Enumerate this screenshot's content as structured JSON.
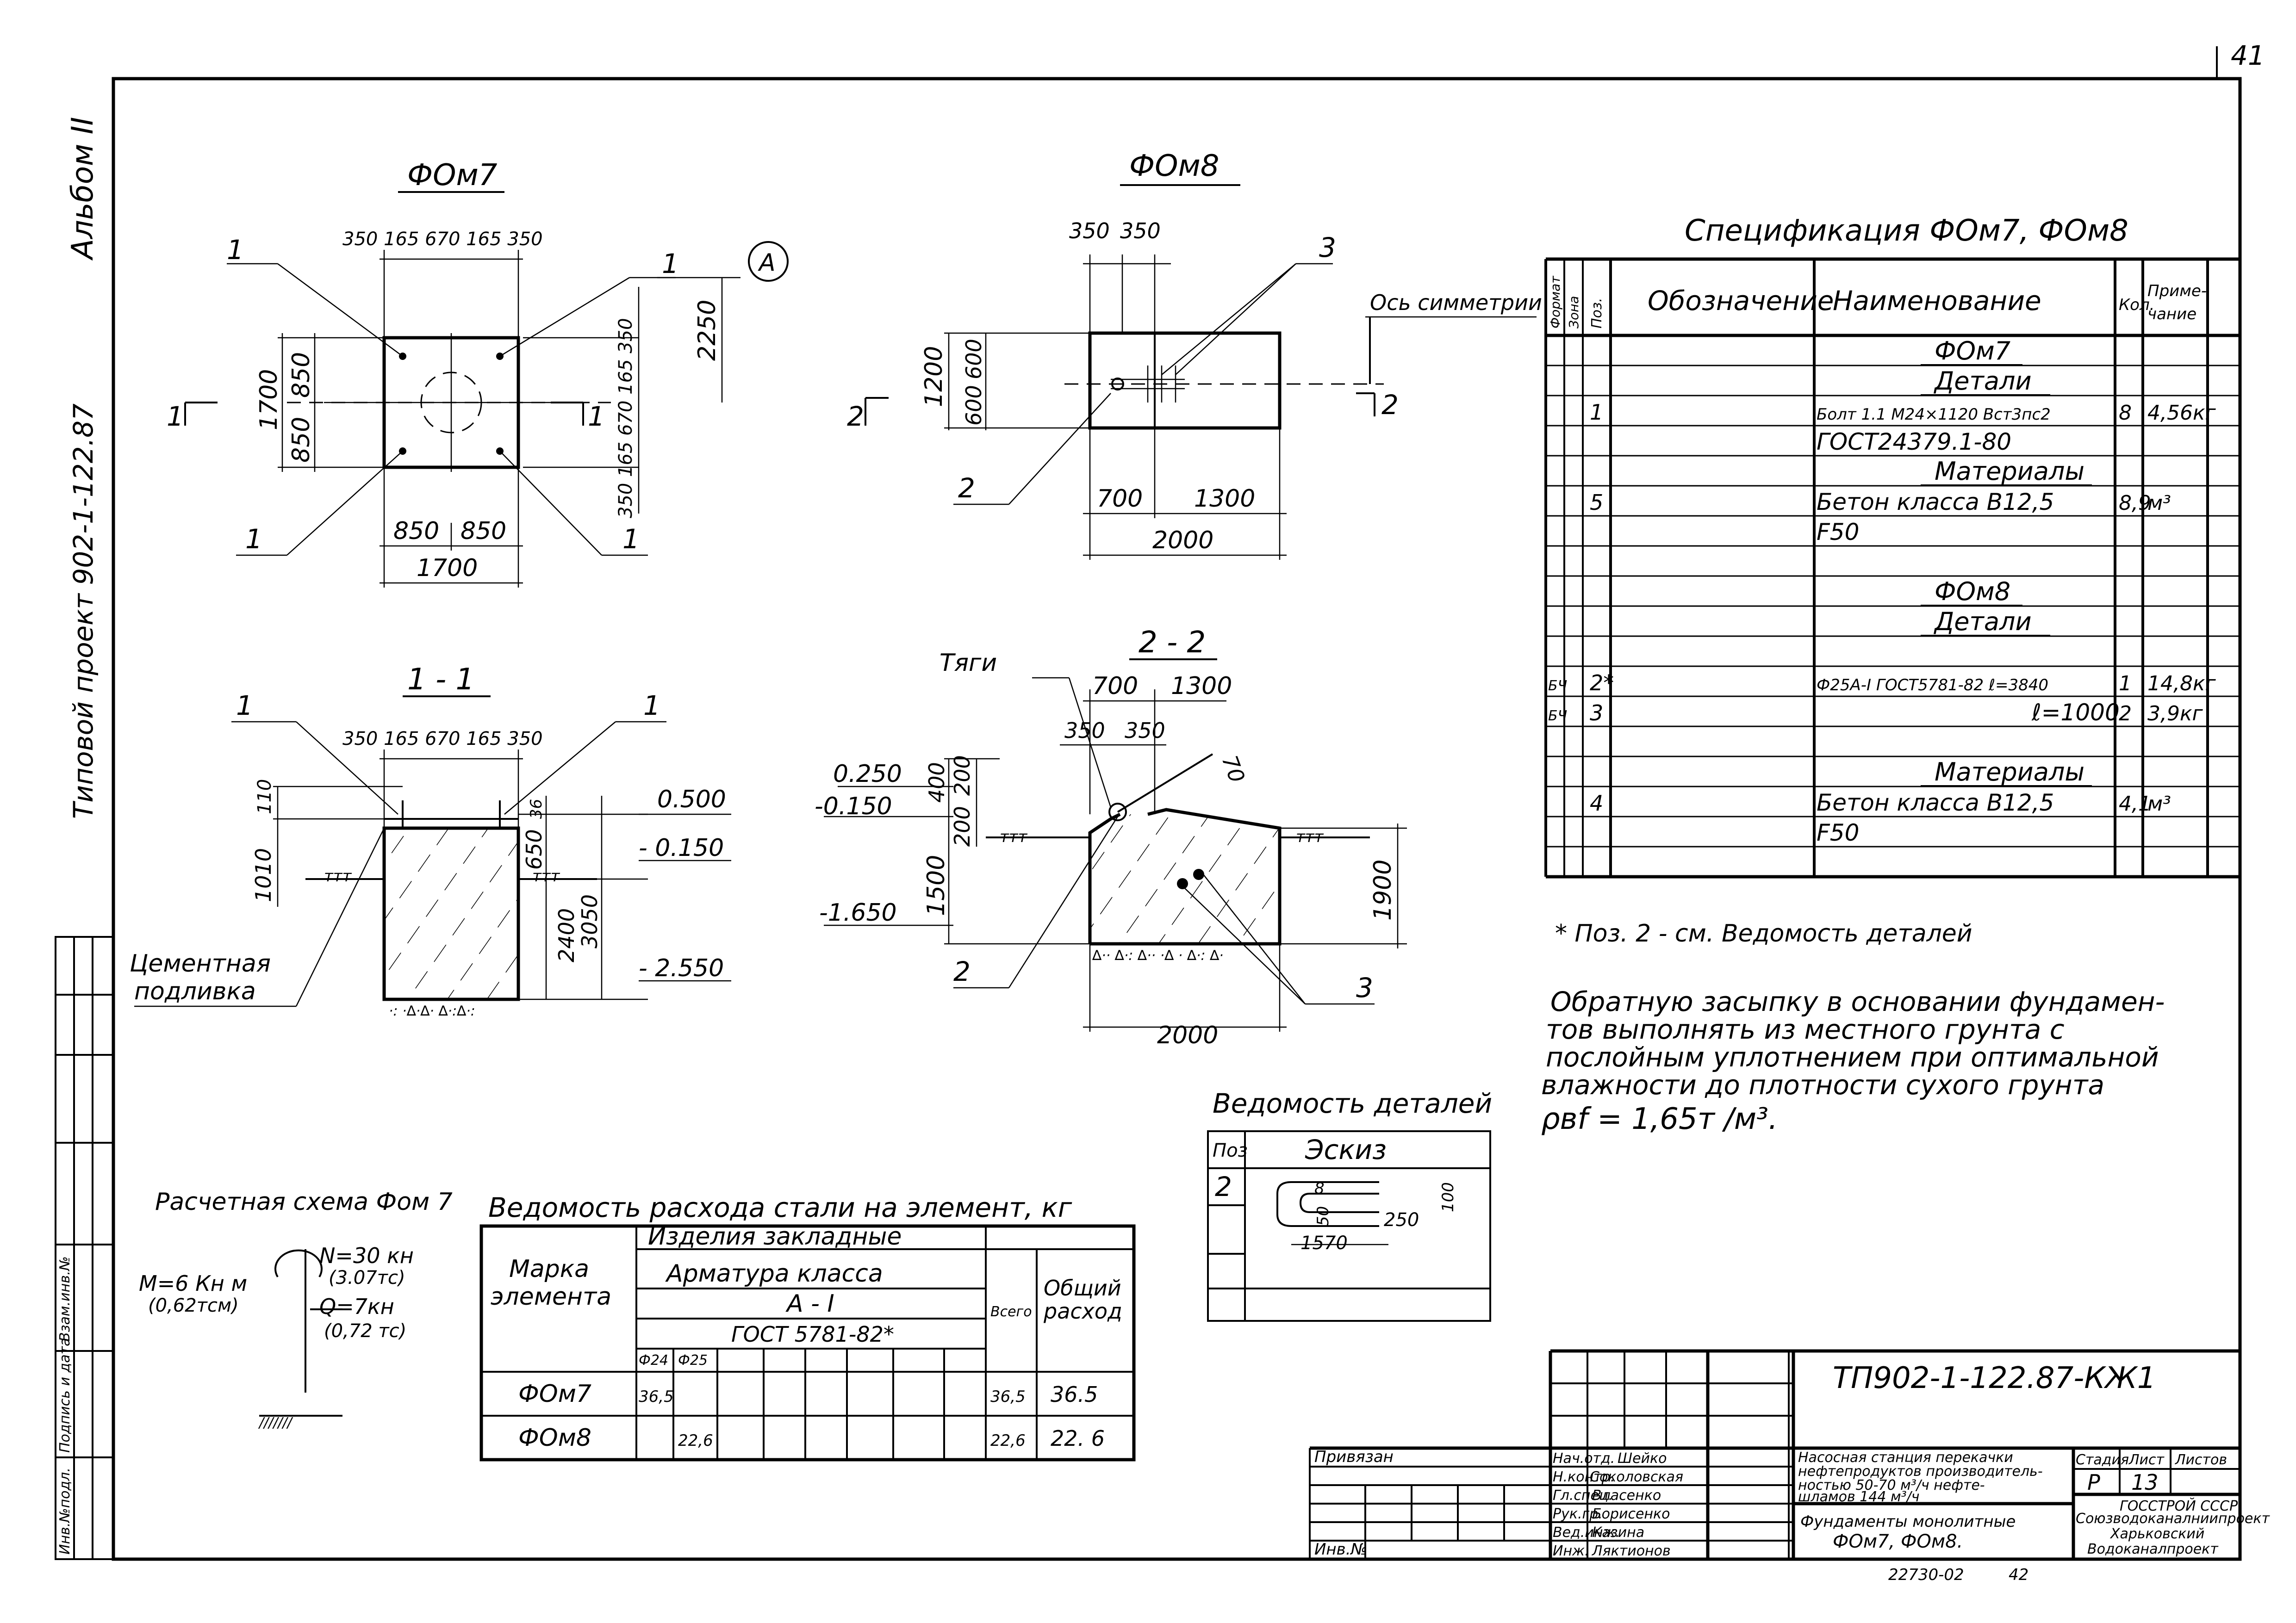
{
  "page_number": "41",
  "side": {
    "album": "Альбом II",
    "project": "Типовой проект 902-1-122.87"
  },
  "left_stamp": {
    "cells": [
      "Инв.№подл.",
      "Подпись и дата",
      "Взам.инв.№"
    ]
  },
  "plan_fom7": {
    "title": "ФОм7",
    "dims_top": "350 165 670 165 350",
    "dim_left_outer": "1700",
    "dim_left_a": "850",
    "dim_left_b": "850",
    "dims_right": "350 165 670 165 350",
    "dim_2250": "2250",
    "dim_bottom_a": "850",
    "dim_bottom_b": "850",
    "dim_bottom_total": "1700",
    "axis_mark": "А",
    "callout": "1",
    "section_mark": "1"
  },
  "plan_fom8": {
    "title": "ФОм8",
    "dim_top_a": "350",
    "dim_top_b": "350",
    "dim_left_outer": "1200",
    "dim_left_a": "600",
    "dim_left_b": "600",
    "dim_bottom_a": "700",
    "dim_bottom_b": "1300",
    "dim_bottom_total": "2000",
    "symmetry": "Ось симметрии",
    "callout_2": "2",
    "callout_3": "3",
    "section_mark": "2"
  },
  "section_1_1": {
    "title": "1 - 1",
    "dims_top": "350 165 670 165 350",
    "elev_top": "0.500",
    "elev_mid": "- 0.150",
    "elev_bot": "- 2.550",
    "dim_110": "110",
    "dim_1010": "1010",
    "dim_36": "36",
    "dim_650": "650",
    "dim_2400": "2400",
    "dim_3050": "3050",
    "grout_label_1": "Цементная",
    "grout_label_2": "подливка",
    "callout": "1"
  },
  "section_2_2": {
    "title": "2 - 2",
    "rods": "Тяги",
    "dim_700": "700",
    "dim_1300": "1300",
    "dim_350a": "350",
    "dim_350b": "350",
    "dim_70": "70",
    "elev_0250": "0.250",
    "elev_0150": "-0.150",
    "elev_1650": "-1.650",
    "dim_400": "400",
    "dim_200a": "200",
    "dim_200b": "200",
    "dim_1500": "1500",
    "dim_1900": "1900",
    "dim_2000": "2000",
    "callout_2": "2",
    "callout_3": "3"
  },
  "spec": {
    "title": "Спецификация  ФОм7, ФОм8",
    "headers": [
      "Формат",
      "Зона",
      "Поз.",
      "Обозначение",
      "Наименование",
      "Кол.",
      "Приме-чание"
    ],
    "rows": [
      {
        "fmt": "",
        "pos": "",
        "name": "ФОм7",
        "qty": "",
        "note": "",
        "underline": true
      },
      {
        "fmt": "",
        "pos": "",
        "name": "Детали",
        "qty": "",
        "note": "",
        "underline": true
      },
      {
        "fmt": "",
        "pos": "1",
        "name": "Болт 1.1 М24×1120 Вст3пс2",
        "qty": "8",
        "note": "4,56кг"
      },
      {
        "fmt": "",
        "pos": "",
        "name": "ГОСТ24379.1-80",
        "qty": "",
        "note": ""
      },
      {
        "fmt": "",
        "pos": "",
        "name": "Материалы",
        "qty": "",
        "note": "",
        "underline": true
      },
      {
        "fmt": "",
        "pos": "5",
        "name": "Бетон класса В12,5",
        "qty": "8,9",
        "note": "м³"
      },
      {
        "fmt": "",
        "pos": "",
        "name": "F50",
        "qty": "",
        "note": ""
      },
      {
        "fmt": "",
        "pos": "",
        "name": "",
        "qty": "",
        "note": ""
      },
      {
        "fmt": "",
        "pos": "",
        "name": "ФОм8",
        "qty": "",
        "note": "",
        "underline": true
      },
      {
        "fmt": "",
        "pos": "",
        "name": "Детали",
        "qty": "",
        "note": "",
        "underline": true
      },
      {
        "fmt": "",
        "pos": "",
        "name": "",
        "qty": "",
        "note": ""
      },
      {
        "fmt": "БЧ",
        "pos": "2*",
        "name": "Ф25А-I ГОСТ5781-82 ℓ=3840",
        "qty": "1",
        "note": "14,8кг"
      },
      {
        "fmt": "БЧ",
        "pos": "3",
        "name": "ℓ=1000",
        "qty": "2",
        "note": "3,9кг"
      },
      {
        "fmt": "",
        "pos": "",
        "name": "",
        "qty": "",
        "note": ""
      },
      {
        "fmt": "",
        "pos": "",
        "name": "Материалы",
        "qty": "",
        "note": "",
        "underline": true
      },
      {
        "fmt": "",
        "pos": "4",
        "name": "Бетон класса В12,5",
        "qty": "4,1",
        "note": "м³"
      },
      {
        "fmt": "",
        "pos": "",
        "name": "F50",
        "qty": "",
        "note": ""
      },
      {
        "fmt": "",
        "pos": "",
        "name": "",
        "qty": "",
        "note": ""
      }
    ],
    "footnote": "* Поз. 2 - см. Ведомость деталей"
  },
  "note": {
    "lines": [
      "Обратную засыпку в основании фундамен-",
      "тов выполнять из местного грунта с",
      "послойным уплотнением при оптимальной",
      "влажности до плотности сухого грунта",
      "ρвf =  1,65т /м³."
    ]
  },
  "details": {
    "title": "Ведомость деталей",
    "col_pos": "Поз",
    "col_sketch": "Эскиз",
    "pos": "2",
    "d50": "50",
    "d250": "250",
    "d100": "100",
    "d1570": "1570",
    "d8": "8"
  },
  "calc": {
    "title": "Расчетная схема Фом 7",
    "N": "N=30 кн",
    "N2": "(3.07тс)",
    "M": "M=6 Кн м",
    "M2": "(0,62тсм)",
    "Q": "Q=7кн",
    "Q2": "(0,72 тс)"
  },
  "steel": {
    "title": "Ведомость расхода стали на элемент, кг",
    "h_mark_1": "Марка",
    "h_mark_2": "элемента",
    "h_embedded": "Изделия закладные",
    "h_rebar": "Арматура класса",
    "h_class": "А - I",
    "h_gost": "ГОСТ 5781-82*",
    "h_total": "Всего",
    "h_overall_1": "Общий",
    "h_overall_2": "расход",
    "h_d24": "Ф24",
    "h_d25": "Ф25",
    "rows": [
      {
        "mark": "ФОм7",
        "d24": "36,5",
        "d25": "",
        "total": "36,5",
        "overall": "36.5"
      },
      {
        "mark": "ФОм8",
        "d24": "",
        "d25": "22,6",
        "total": "22,6",
        "overall": "22. 6"
      }
    ]
  },
  "title_block": {
    "code": "ТП902-1-122.87-КЖ1",
    "bound": "Привязан",
    "inv": "Инв.№",
    "roles": [
      "Нач.отд.",
      "Н.контр.",
      "Гл.спец.",
      "Рук.гр.",
      "Вед.инж.",
      "Инж."
    ],
    "names": [
      "Шейко",
      "Соколовская",
      "Власенко",
      "Борисенко",
      "Казина",
      "Ляктионов"
    ],
    "project_1": "Насосная станция перекачки",
    "project_2": "нефтепродуктов производитель-",
    "project_3": "ностью 50-70 м³/ч нефте-",
    "project_4": "шламов 144 м³/ч",
    "h_stage": "Стадия",
    "h_sheet": "Лист",
    "h_sheets": "Листов",
    "stage": "Р",
    "sheet": "13",
    "sheets": "",
    "drawing_1": "Фундаменты монолитные",
    "drawing_2": "ФОм7, ФОм8.",
    "org_1": "ГОССТРОЙ СССР",
    "org_2": "Союзводоканалниипроект",
    "org_3": "Харьковский",
    "org_4": "Водоканалпроект",
    "number": "22730-02",
    "number_2": "42"
  }
}
